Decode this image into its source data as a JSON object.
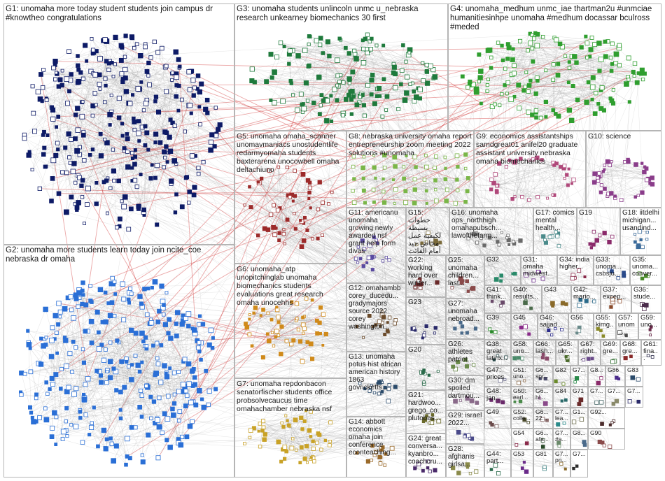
{
  "graph": {
    "edge_color": "#8a8a8a",
    "highlight_edge_color": "#d23c3c",
    "box_border_color": "#b5b5b5",
    "groups": [
      {
        "id": "G1",
        "label": "G1: unomaha more today student students join campus dr #knowtheo congratulations",
        "color": "#0d1a66"
      },
      {
        "id": "G2",
        "label": "G2: unomaha more students learn today join ncite_coe nebraska dr omaha",
        "color": "#2a6fd6"
      },
      {
        "id": "G3",
        "label": "G3: unomaha students unlincoln unmc u_nebraska research unkearney biomechanics 30 first",
        "color": "#1f7a3c"
      },
      {
        "id": "G4",
        "label": "G4: unomaha_medhum unmc_iae thartman2u #unmciae humanitiesinhpe unomaha #medhum docassar bculross #meded",
        "color": "#2f9e2f"
      },
      {
        "id": "G5",
        "label": "G5: unomaha omaha_scanner unomavmaniacs unostudentlife redarmyomaha students baxterarena unocowbell omaha deltachiuno",
        "color": "#9c2a2a"
      },
      {
        "id": "G6",
        "label": "G6: unomaha_atp unopitchinglab unomaha biomechanics students evaluations great research omaha unocehhs",
        "color": "#d08a1a"
      },
      {
        "id": "G7",
        "label": "G7: unomaha repdonbacon senatorfischer students office probsolvecaucus time omahachamber nebraska nsf",
        "color": "#c9a227"
      },
      {
        "id": "G8",
        "label": "G8: nebraska university omaha report entrepreneurship zoom meeting 2022 solutions #unomaha",
        "color": "#7ab648"
      },
      {
        "id": "G9",
        "label": "G9: economics assistantships samdgreat01 anifel20 graduate assistant university nebraska omaha biomechanics",
        "color": "#b0487a"
      },
      {
        "id": "G10",
        "label": "G10: science",
        "color": "#8a3d8a"
      },
      {
        "id": "G11",
        "label": "G11: americanu unomaha growing newly awarded nsf grant help form divas",
        "color": "#5a4aa0"
      },
      {
        "id": "G15",
        "label": "G15: خطوات بسيطة لكيفية عمل مخاض جيد أمام الفائت من الحضور",
        "color": "#7a6a3a"
      },
      {
        "id": "G16",
        "label": "G16: unomaha ops_northhigh omahapubsch... lawofthefarm...",
        "color": "#6a6a6a"
      },
      {
        "id": "G17",
        "label": "G17: comics mental health...",
        "color": "#4a8a8a"
      },
      {
        "id": "G19",
        "label": "G19",
        "color": "#8a2a6a"
      },
      {
        "id": "G18",
        "label": "G18: iitdelhi michigan... usandind...",
        "color": "#3a6a9a"
      },
      {
        "id": "G12",
        "label": "G12: omahambb corey_ducedu... gradymajors source 2022 corey washington...",
        "color": "#6a4a2a"
      },
      {
        "id": "G13",
        "label": "G13: unomaha potus hist african american history 1863 govricketts...",
        "color": "#2a4a6a"
      },
      {
        "id": "G14",
        "label": "G14: abbott economics omaha join conference econteaching...",
        "color": "#9a6a2a"
      },
      {
        "id": "G22",
        "label": "G22: working hard over winter...",
        "color": "#6a2a2a"
      },
      {
        "id": "G23",
        "label": "G23",
        "color": "#2a2a6a"
      },
      {
        "id": "G20",
        "label": "G20",
        "color": "#2a6a4a"
      },
      {
        "id": "G21",
        "label": "G21: hardwoo... grego_co... plutobas...",
        "color": "#6a6a2a"
      },
      {
        "id": "G24",
        "label": "G24: great conversa... kyanbro... coachcru...",
        "color": "#4a2a6a"
      },
      {
        "id": "G25",
        "label": "G25: unomaha children... last...",
        "color": "#8a4a4a"
      },
      {
        "id": "G27",
        "label": "G27: unomaha nebroad...",
        "color": "#4a6a8a"
      },
      {
        "id": "G26",
        "label": "G26: athletes patriot...",
        "color": "#6a8a4a"
      },
      {
        "id": "G30",
        "label": "G30: dm spoiled dartmou...",
        "color": "#8a6a8a"
      },
      {
        "id": "G29",
        "label": "G29: israel 2022...",
        "color": "#4a4a8a"
      },
      {
        "id": "G28",
        "label": "G28: afghanis girlsa...",
        "color": "#8a8a4a"
      },
      {
        "id": "G32",
        "label": "G32",
        "color": "#2a8a6a"
      },
      {
        "id": "G31",
        "label": "G31: omaha midwest...",
        "color": "#6a2a8a"
      },
      {
        "id": "G34",
        "label": "G34: india higher...",
        "color": "#8a2a4a"
      },
      {
        "id": "G33",
        "label": "G33: unoma... csbsju...",
        "color": "#2a4a8a"
      },
      {
        "id": "G35",
        "label": "G35: unoma... conver...",
        "color": "#4a8a2a"
      },
      {
        "id": "G41",
        "label": "G41: think...",
        "color": "#6a4a6a"
      },
      {
        "id": "G40",
        "label": "G40: results...",
        "color": "#4a6a4a"
      },
      {
        "id": "G43",
        "label": "G43",
        "color": "#8a6a2a"
      },
      {
        "id": "G42",
        "label": "G42: mario...",
        "color": "#2a6a8a"
      },
      {
        "id": "G37",
        "label": "G37: excep...",
        "color": "#8a4a2a"
      },
      {
        "id": "G36",
        "label": "G36: stude...",
        "color": "#4a2a4a"
      },
      {
        "id": "G39",
        "label": "G39",
        "color": "#2a8a2a"
      },
      {
        "id": "G45",
        "label": "G45",
        "color": "#8a2a8a"
      },
      {
        "id": "G46",
        "label": "G46: sajjad...",
        "color": "#2a2a8a"
      },
      {
        "id": "G56",
        "label": "G56",
        "color": "#6a8a8a"
      },
      {
        "id": "G55",
        "label": "G55: kimg...",
        "color": "#8a8a2a"
      },
      {
        "id": "G57",
        "label": "G57: unom...",
        "color": "#4a4a4a"
      },
      {
        "id": "G59",
        "label": "G59: uno...",
        "color": "#6a2a4a"
      },
      {
        "id": "G38",
        "label": "G38: great latinx...",
        "color": "#2a4a4a"
      },
      {
        "id": "G58",
        "label": "G58: uno...",
        "color": "#4a8a6a"
      },
      {
        "id": "G66",
        "label": "G66: lash...",
        "color": "#8a4a6a"
      },
      {
        "id": "G65",
        "label": "G65: ukr...",
        "color": "#4a6a2a"
      },
      {
        "id": "G67",
        "label": "G67: right...",
        "color": "#6a4a8a"
      },
      {
        "id": "G69",
        "label": "G69: gre...",
        "color": "#2a6a2a"
      },
      {
        "id": "G68",
        "label": "G68: gre...",
        "color": "#8a2a2a"
      },
      {
        "id": "G61",
        "label": "G61: fina...",
        "color": "#2a2a4a"
      },
      {
        "id": "G47",
        "label": "G47: prices",
        "color": "#6a6a8a"
      },
      {
        "id": "G51",
        "label": "G51: uno...",
        "color": "#8a6a4a"
      },
      {
        "id": "G6x",
        "label": "G6... spr...",
        "color": "#4a4a6a"
      },
      {
        "id": "G82",
        "label": "G82",
        "color": "#6a8a2a"
      },
      {
        "id": "G7a",
        "label": "G7...",
        "color": "#2a8a4a"
      },
      {
        "id": "G8a",
        "label": "G8...",
        "color": "#8a2a6a"
      },
      {
        "id": "G86",
        "label": "G86",
        "color": "#4a2a8a"
      },
      {
        "id": "G83",
        "label": "G83",
        "color": "#2a4a6a"
      },
      {
        "id": "G48",
        "label": "G48: jan...",
        "color": "#6a2a6a"
      },
      {
        "id": "G50",
        "label": "G50: earl...",
        "color": "#4a8a4a"
      },
      {
        "id": "G6y",
        "label": "G6... hi...",
        "color": "#8a4a8a"
      },
      {
        "id": "G84",
        "label": "G84",
        "color": "#2a6a6a"
      },
      {
        "id": "G71",
        "label": "G71",
        "color": "#6a2a2a"
      },
      {
        "id": "G7b",
        "label": "G7...",
        "color": "#4a6a6a"
      },
      {
        "id": "G7c",
        "label": "G7...",
        "color": "#8a8a6a"
      },
      {
        "id": "G7d",
        "label": "G7...",
        "color": "#2a2a6a"
      },
      {
        "id": "G49",
        "label": "G49",
        "color": "#6a4a4a"
      },
      {
        "id": "G52",
        "label": "G52: colle...",
        "color": "#4a4a2a"
      },
      {
        "id": "G6z",
        "label": "G6... 22...",
        "color": "#8a6a6a"
      },
      {
        "id": "G7e",
        "label": "G7... lea...",
        "color": "#2a8a8a"
      },
      {
        "id": "G1a",
        "label": "G1...",
        "color": "#6a6a4a"
      },
      {
        "id": "G92",
        "label": "G92...",
        "color": "#4a2a2a"
      },
      {
        "id": "G54",
        "label": "G54",
        "color": "#8a2a4a"
      },
      {
        "id": "G6w",
        "label": "G6... afa...",
        "color": "#2a4a2a"
      },
      {
        "id": "G7f",
        "label": "G7... #a...",
        "color": "#6a8a6a"
      },
      {
        "id": "G8b",
        "label": "G8...",
        "color": "#4a6a8a"
      },
      {
        "id": "G90",
        "label": "G90",
        "color": "#8a4a4a"
      },
      {
        "id": "G44",
        "label": "G44: part...",
        "color": "#2a6a4a"
      },
      {
        "id": "G53",
        "label": "G53",
        "color": "#6a2a8a"
      },
      {
        "id": "G81",
        "label": "G81",
        "color": "#4a8a8a"
      },
      {
        "id": "G7g",
        "label": "G7... pn...",
        "color": "#8a6a2a"
      },
      {
        "id": "G7h",
        "label": "G7...",
        "color": "#2a2a2a"
      }
    ]
  }
}
